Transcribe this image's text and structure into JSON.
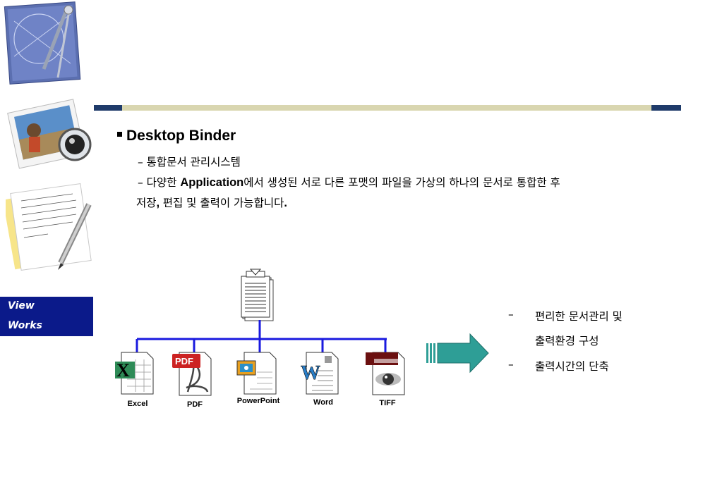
{
  "sidebar": {
    "badge_line1": "View",
    "badge_line2": "Works"
  },
  "content": {
    "title": "Desktop Binder",
    "bullet1": "– 통합문서 관리시스템",
    "bullet2_prefix": "– 다양한 ",
    "bullet2_bold": "Application",
    "bullet2_suffix": "에서 생성된 서로 다른 포맷의 파일을 가상의 하나의 문서로 통합한 후",
    "bullet2_line2_a": "저장",
    "bullet2_line2_b": ", ",
    "bullet2_line2_c": "편집 및 출력이  가능합니다",
    "bullet2_line2_d": "."
  },
  "diagram": {
    "files": [
      {
        "label": "Excel",
        "icon": "excel-file-icon"
      },
      {
        "label": "PDF",
        "icon": "pdf-file-icon"
      },
      {
        "label": "PowerPoint",
        "icon": "powerpoint-file-icon"
      },
      {
        "label": "Word",
        "icon": "word-file-icon"
      },
      {
        "label": "TIFF",
        "icon": "tiff-file-icon"
      }
    ],
    "pdf_badge": "PDF",
    "line_color": "#1a1adf",
    "arrow_color": "#2e9e96"
  },
  "benefits": {
    "item1_dash": "–",
    "item1_line1": "편리한 문서관리 및",
    "item1_line2": "출력환경 구성",
    "item2_dash": "–",
    "item2": "출력시간의 단축"
  },
  "colors": {
    "navy": "#1f3b6a",
    "bar": "#d9d6b0",
    "badge": "#0b1a8a"
  }
}
